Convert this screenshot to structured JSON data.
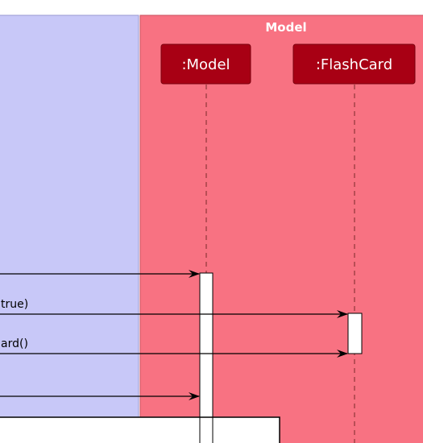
{
  "colors": {
    "logic_package_fill": "#c8c8f8",
    "model_package_fill": "#f87282",
    "participant_fill": "#a80014",
    "participant_text": "#ffffff",
    "package_title_text": "#ffffff",
    "lifeline": "#7a2a2a",
    "activation_fill": "#ffffff",
    "arrow": "#000000",
    "frame_fill": "#ffffff"
  },
  "packages": {
    "model": {
      "title": "Model"
    }
  },
  "participants": {
    "model": {
      "label": ":Model"
    },
    "flashcard": {
      "label": ":FlashCard"
    }
  },
  "messages": [
    {
      "label": "",
      "target": "model"
    },
    {
      "label": "true)",
      "target": "flashcard"
    },
    {
      "label": "ard()",
      "target": "flashcard"
    },
    {
      "label": "",
      "target": "model"
    }
  ]
}
